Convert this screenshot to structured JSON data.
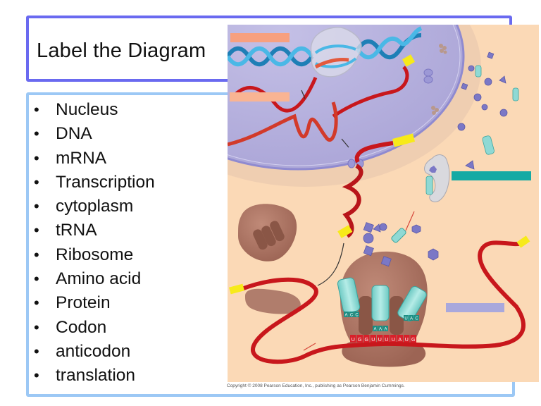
{
  "slide": {
    "title": "Label the Diagram",
    "terms": [
      "Nucleus",
      "DNA",
      "mRNA",
      "Transcription",
      "cytoplasm",
      "tRNA",
      "Ribosome",
      "Amino acid",
      "Protein",
      "Codon",
      "anticodon",
      "translation"
    ],
    "bullet": "•"
  },
  "diagram": {
    "codon_letters": [
      "U",
      "G",
      "G",
      "U",
      "U",
      "U",
      "U",
      "A",
      "U",
      "G"
    ],
    "anticodon_left": [
      "A",
      "C",
      "C"
    ],
    "anticodon_middle": [
      "A",
      "A",
      "A"
    ],
    "anticodon_right": [
      "U",
      "A",
      "C"
    ],
    "label_blanks": [
      {
        "id": "blank-1",
        "color": "#f7a07e"
      },
      {
        "id": "blank-2",
        "color": "#f9b493"
      },
      {
        "id": "blank-3",
        "color": "#15aaa4"
      },
      {
        "id": "blank-4",
        "color": "#a9a8dc"
      }
    ],
    "colors": {
      "cytoplasm": "#fbd9b6",
      "nucleus": "#b8b3de",
      "mrna": "#c8171c",
      "cap": "#f7ea1a",
      "dna": "#3ba8d8",
      "trna": "#8fd9d4",
      "ribosome": "#a87262",
      "amino_acid": "#7b78c6"
    },
    "copyright": "Copyright © 2008 Pearson Education, Inc., publishing as Pearson Benjamin Cummings."
  }
}
